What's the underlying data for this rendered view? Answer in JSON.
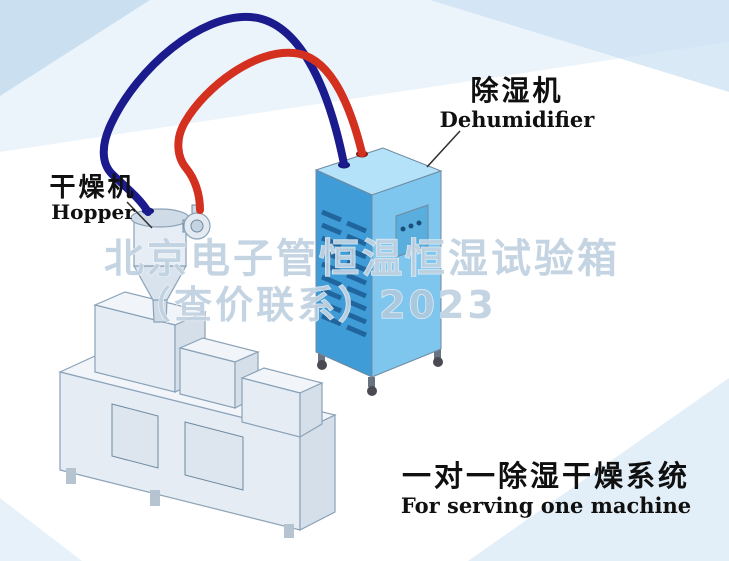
{
  "scene": {
    "dehumidifier": {
      "label_cn": "除湿机",
      "label_en": "Dehumidifier"
    },
    "hopper": {
      "label_cn": "干燥机",
      "label_en": "Hopper"
    },
    "caption": {
      "cn": "一对一除湿干燥系统",
      "en": "For serving one machine"
    },
    "watermark": {
      "line1": "北京电子管恒温恒湿试验箱",
      "line2": "（查价联系）2023"
    },
    "colors": {
      "hose_red": "#d43020",
      "hose_blue": "#1b1b8e",
      "cabinet_left": "#3f9cd7",
      "cabinet_right": "#7fc6ee",
      "cabinet_top": "#b4e2f8",
      "vent": "#1d5f98",
      "panel": "#5aaede",
      "machine_top": "#f1f5f9",
      "machine_front": "#e6ecf3",
      "machine_side": "#d5dfe9",
      "door": "#dde6ee",
      "label_text": "#101010",
      "watermark_fill": "#b5c9db",
      "bg_tint_1": "#c2dbef",
      "bg_tint_2": "#dcebf7",
      "bg_tint_3": "#cbe0f2",
      "bg_tint_4": "#cfe3f4"
    }
  }
}
